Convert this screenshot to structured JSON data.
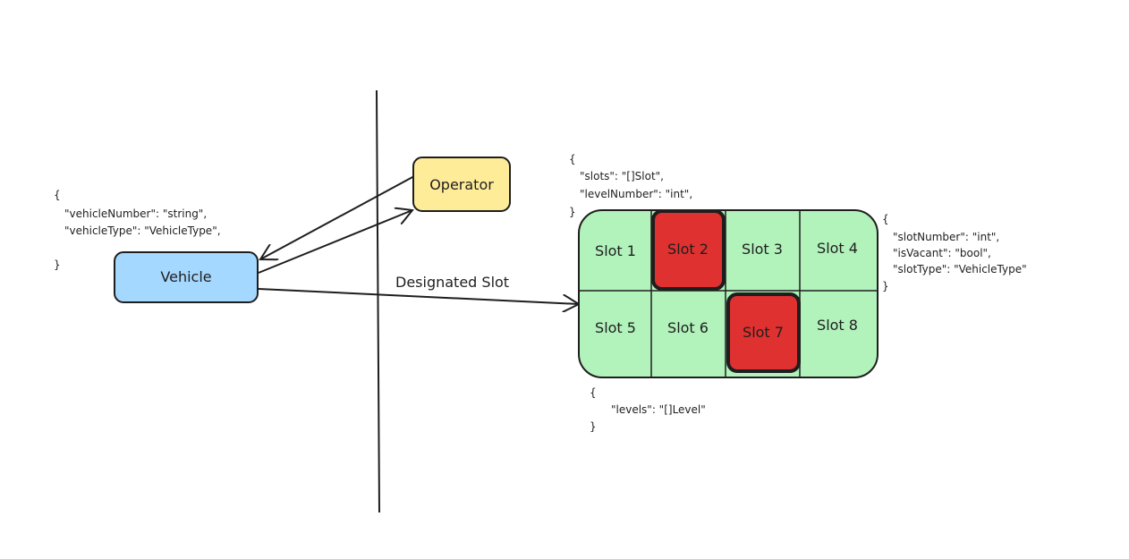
{
  "nodes": {
    "operator": {
      "label": "Operator"
    },
    "vehicle": {
      "label": "Vehicle"
    }
  },
  "edges": {
    "vehicle_to_slot": {
      "label": "Designated Slot"
    }
  },
  "level": {
    "slots": [
      {
        "label": "Slot 1",
        "occupied": false
      },
      {
        "label": "Slot 2",
        "occupied": true
      },
      {
        "label": "Slot 3",
        "occupied": false
      },
      {
        "label": "Slot 4",
        "occupied": false
      },
      {
        "label": "Slot 5",
        "occupied": false
      },
      {
        "label": "Slot 6",
        "occupied": false
      },
      {
        "label": "Slot 7",
        "occupied": true
      },
      {
        "label": "Slot 8",
        "occupied": false
      }
    ]
  },
  "schemas": {
    "vehicle": [
      "{",
      "\"vehicleNumber\": \"string\",",
      "\"vehicleType\": \"VehicleType\",",
      "}"
    ],
    "level": [
      "{",
      "\"slots\": \"[]Slot\",",
      "\"levelNumber\": \"int\",",
      "}"
    ],
    "slot": [
      "{",
      "\"slotNumber\": \"int\",",
      "\"isVacant\": \"bool\",",
      "\"slotType\": \"VehicleType\"",
      "}"
    ],
    "parking_lot": [
      "{",
      "\"levels\": \"[]Level\"",
      "}"
    ]
  },
  "colors": {
    "operator_fill": "#ffec99",
    "vehicle_fill": "#a5d8ff",
    "slot_free_fill": "#b2f2bb",
    "slot_occupied_fill": "#e03131",
    "stroke": "#1e1e1e"
  }
}
